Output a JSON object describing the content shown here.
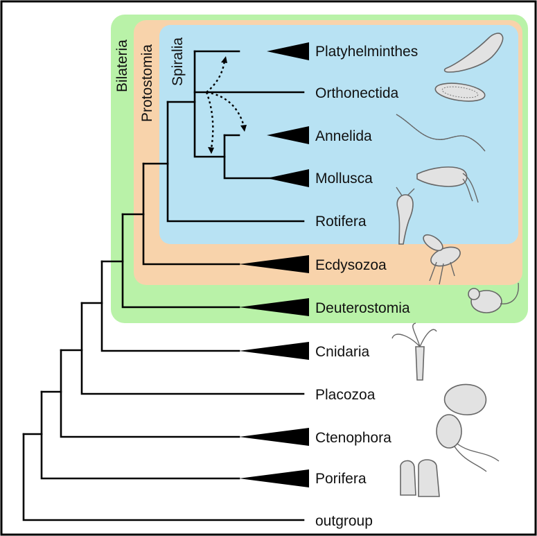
{
  "groups": {
    "bilateria": {
      "label": "Bilateria",
      "color": "#b9f2a8"
    },
    "protostomia": {
      "label": "Protostomia",
      "color": "#f8d3ab"
    },
    "spiralia": {
      "label": "Spiralia",
      "color": "#b8e2f3"
    }
  },
  "taxa": [
    {
      "label": "Platyhelminthes",
      "collapsed": true,
      "icon": "flatworm-icon"
    },
    {
      "label": "Orthonectida",
      "collapsed": false,
      "icon": "orthonectid-icon"
    },
    {
      "label": "Annelida",
      "collapsed": true,
      "icon": "annelid-worm-icon"
    },
    {
      "label": "Mollusca",
      "collapsed": true,
      "icon": "squid-icon"
    },
    {
      "label": "Rotifera",
      "collapsed": false,
      "icon": "rotifer-icon"
    },
    {
      "label": "Ecdysozoa",
      "collapsed": true,
      "icon": "fly-icon"
    },
    {
      "label": "Deuterostomia",
      "collapsed": true,
      "icon": "mouse-icon"
    },
    {
      "label": "Cnidaria",
      "collapsed": true,
      "icon": "hydra-icon"
    },
    {
      "label": "Placozoa",
      "collapsed": false,
      "icon": "placozoan-icon"
    },
    {
      "label": "Ctenophora",
      "collapsed": true,
      "icon": "comb-jelly-icon"
    },
    {
      "label": "Porifera",
      "collapsed": true,
      "icon": "sponge-icon"
    },
    {
      "label": "outgroup",
      "collapsed": false,
      "icon": ""
    }
  ]
}
